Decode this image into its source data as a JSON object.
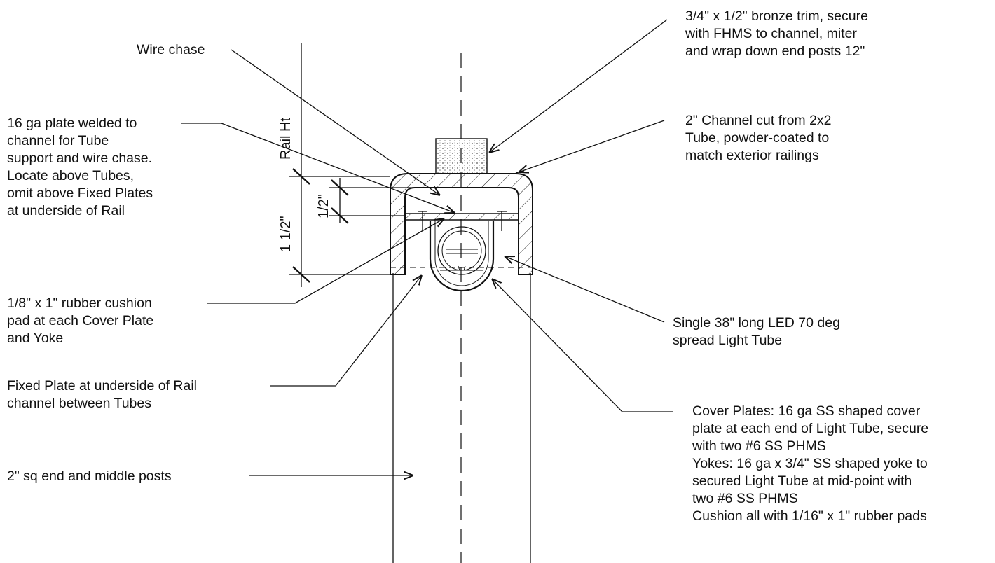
{
  "notes": {
    "bronze_trim": [
      "3/4\" x 1/2\" bronze trim, secure",
      "with FHMS to channel, miter",
      "and wrap down end posts 12\""
    ],
    "wire_chase": [
      "Wire chase"
    ],
    "channel": [
      "2\" Channel cut from 2x2",
      "Tube, powder-coated to",
      "match exterior railings"
    ],
    "plate": [
      "16 ga plate welded to",
      "channel for Tube",
      "support and wire chase.",
      "Locate above Tubes,",
      "omit above Fixed Plates",
      "at underside of Rail"
    ],
    "cushion": [
      "1/8\" x 1\" rubber cushion",
      "pad at each Cover Plate",
      "and Yoke"
    ],
    "fixed_plate": [
      "Fixed Plate at underside of Rail",
      "channel between Tubes"
    ],
    "light_tube": [
      "Single 38\" long LED 70 deg",
      "spread Light Tube"
    ],
    "cover_plates": [
      "Cover Plates: 16 ga SS shaped cover",
      "plate at each end of Light Tube, secure",
      "with two #6 SS PHMS",
      "Yokes: 16 ga x 3/4\" SS shaped yoke to",
      "secured Light Tube at mid-point with",
      "two #6 SS PHMS",
      "Cushion all with 1/16\" x 1\" rubber pads"
    ],
    "posts": [
      "2\" sq end and middle posts"
    ]
  },
  "dimensions": {
    "rail_ht": "Rail Ht",
    "half_inch": "1/2\"",
    "one_half_inch": "1 1/2\""
  }
}
